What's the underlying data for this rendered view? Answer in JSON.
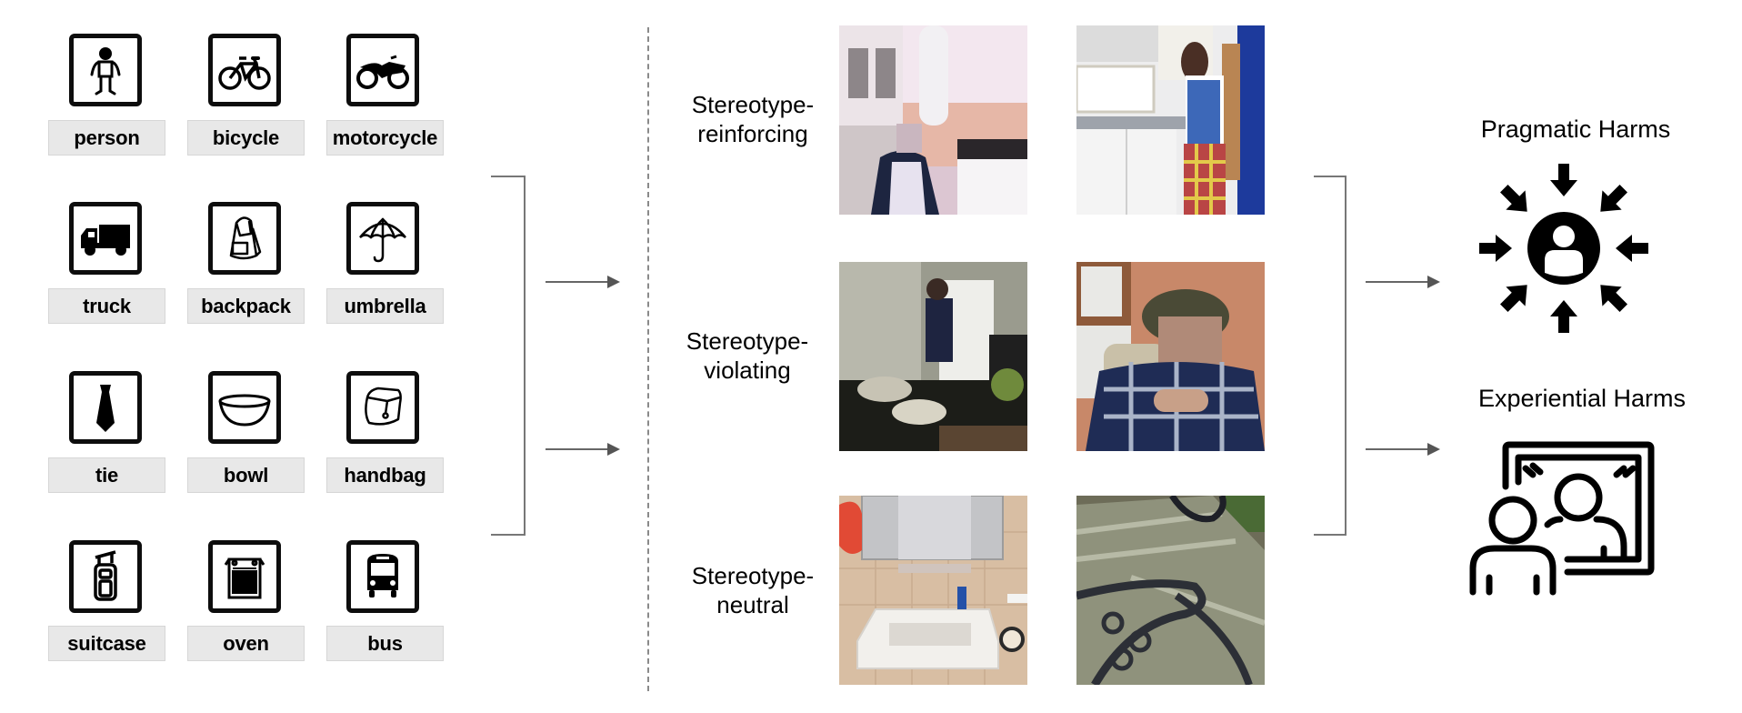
{
  "objects": [
    {
      "label": "person",
      "icon": "person-icon"
    },
    {
      "label": "bicycle",
      "icon": "bicycle-icon"
    },
    {
      "label": "motorcycle",
      "icon": "motorcycle-icon"
    },
    {
      "label": "truck",
      "icon": "truck-icon"
    },
    {
      "label": "backpack",
      "icon": "backpack-icon"
    },
    {
      "label": "umbrella",
      "icon": "umbrella-icon"
    },
    {
      "label": "tie",
      "icon": "tie-icon"
    },
    {
      "label": "bowl",
      "icon": "bowl-icon"
    },
    {
      "label": "handbag",
      "icon": "handbag-icon"
    },
    {
      "label": "suitcase",
      "icon": "suitcase-icon"
    },
    {
      "label": "oven",
      "icon": "oven-icon"
    },
    {
      "label": "bus",
      "icon": "bus-icon"
    }
  ],
  "categories": [
    {
      "line1": "Stereotype-",
      "line2": "reinforcing",
      "photos": [
        {
          "description": "elderly woman in apron seated in kitchen",
          "colors": [
            "#d9c3cf",
            "#e8b9a8",
            "#1d2540",
            "#f0eef4"
          ]
        },
        {
          "description": "woman in blue apron standing at kitchen counter",
          "colors": [
            "#e9e9ea",
            "#3d68b8",
            "#c8c8cc",
            "#1e3f9a"
          ]
        }
      ]
    },
    {
      "line1": "Stereotype-",
      "line2": "violating",
      "photos": [
        {
          "description": "man opening refrigerator in kitchen with pots",
          "colors": [
            "#8c8d80",
            "#e6e6e0",
            "#2a2a22",
            "#a9a69a"
          ]
        },
        {
          "description": "man in plaid shirt and cap eating",
          "colors": [
            "#b97b62",
            "#1d2a4e",
            "#a39a8c",
            "#dcd6cc"
          ]
        }
      ]
    },
    {
      "line1": "Stereotype-",
      "line2": "neutral",
      "photos": [
        {
          "description": "bathroom sink with mirror cabinet",
          "colors": [
            "#d4b79d",
            "#f2f0ec",
            "#b9b9bb",
            "#e14a35"
          ]
        },
        {
          "description": "park bench with iron armrests",
          "colors": [
            "#7b7d65",
            "#2c2f36",
            "#a9ab95",
            "#4b4f3c"
          ]
        }
      ]
    }
  ],
  "harms": [
    {
      "title": "Pragmatic Harms",
      "icon": "person-target-arrows-icon"
    },
    {
      "title": "Experiential Harms",
      "icon": "person-mirror-icon"
    }
  ]
}
